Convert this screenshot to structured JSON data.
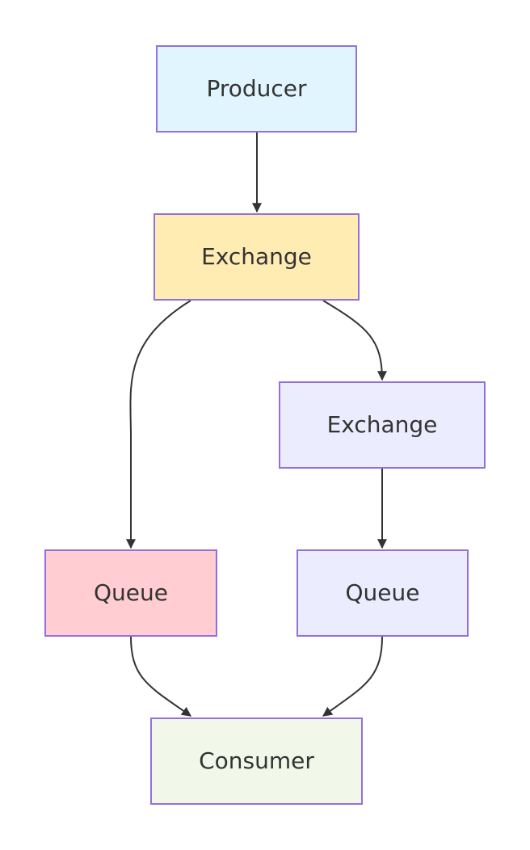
{
  "nodes": [
    {
      "id": "producer",
      "label": "Producer",
      "fill": "#e1f5fe"
    },
    {
      "id": "exchange-main",
      "label": "Exchange",
      "fill": "#ffecb3"
    },
    {
      "id": "exchange-secondary",
      "label": "Exchange",
      "fill": "#ececff"
    },
    {
      "id": "queue-left",
      "label": "Queue",
      "fill": "#ffcdd2"
    },
    {
      "id": "queue-right",
      "label": "Queue",
      "fill": "#ececff"
    },
    {
      "id": "consumer",
      "label": "Consumer",
      "fill": "#f1f8e9"
    }
  ],
  "edges": [
    {
      "from": "producer",
      "to": "exchange-main"
    },
    {
      "from": "exchange-main",
      "to": "queue-left"
    },
    {
      "from": "exchange-main",
      "to": "exchange-secondary"
    },
    {
      "from": "exchange-secondary",
      "to": "queue-right"
    },
    {
      "from": "queue-left",
      "to": "consumer"
    },
    {
      "from": "queue-right",
      "to": "consumer"
    }
  ],
  "colors": {
    "node_border": "#9370db",
    "edge": "#333333",
    "text": "#333333"
  }
}
